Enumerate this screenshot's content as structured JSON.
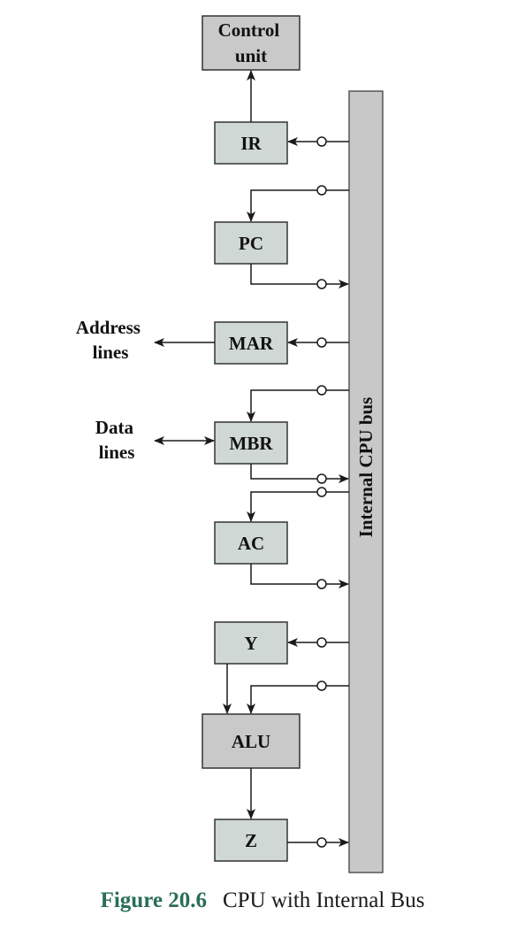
{
  "boxes": {
    "control_unit": [
      "Control",
      "unit"
    ],
    "ir": "IR",
    "pc": "PC",
    "mar": "MAR",
    "mbr": "MBR",
    "ac": "AC",
    "y": "Y",
    "alu": "ALU",
    "z": "Z"
  },
  "external": {
    "address_lines": [
      "Address",
      "lines"
    ],
    "data_lines": [
      "Data",
      "lines"
    ]
  },
  "bus": {
    "label": "Internal CPU bus"
  },
  "caption": {
    "number": "Figure 20.6",
    "title": "CPU with Internal Bus"
  },
  "colors": {
    "box_light": "#cfd8d4",
    "box_dark": "#c9c9c9",
    "bus_fill": "#c8c8c8",
    "caption_accent": "#2a6e5a"
  }
}
